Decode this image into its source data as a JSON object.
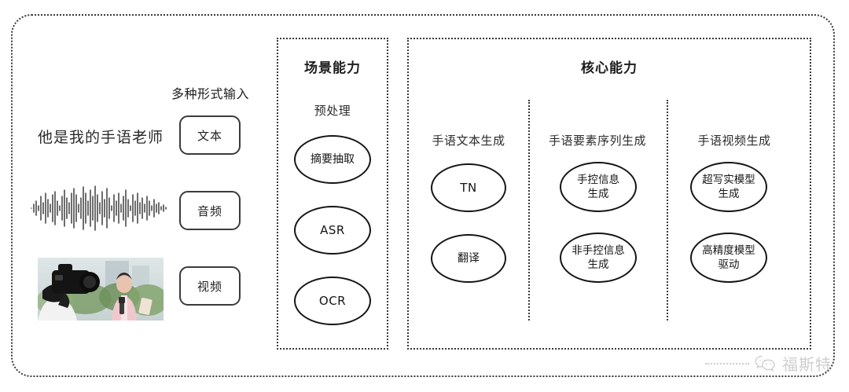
{
  "diagram": {
    "title_hidden": "",
    "colors": {
      "stroke": "#3a3a3a",
      "node_stroke": "#151515",
      "text": "#222222",
      "watermark": "#8d8d8d"
    }
  },
  "input_section": {
    "heading": "多种形式输入",
    "sample_sentence": "他是我的手语老师",
    "modalities": [
      {
        "label": "文本",
        "icon": "text-icon"
      },
      {
        "label": "音频",
        "icon": "audio-waveform-icon"
      },
      {
        "label": "视频",
        "icon": "video-thumbnail-icon"
      }
    ]
  },
  "scene_panel": {
    "title": "场景能力",
    "group_label": "预处理",
    "nodes": [
      {
        "label": "摘要抽取"
      },
      {
        "label": "ASR"
      },
      {
        "label": "OCR"
      }
    ]
  },
  "core_panel": {
    "title": "核心能力",
    "columns": [
      {
        "label": "手语文本生成",
        "nodes": [
          {
            "label": "TN"
          },
          {
            "label": "翻译"
          }
        ]
      },
      {
        "label": "手语要素序列生成",
        "nodes": [
          {
            "label": "手控信息\n生成"
          },
          {
            "label": "非手控信息\n生成"
          }
        ]
      },
      {
        "label": "手语视频生成",
        "nodes": [
          {
            "label": "超写实模型\n生成"
          },
          {
            "label": "高精度模型\n驱动"
          }
        ]
      }
    ]
  },
  "watermark": {
    "text": "福斯特",
    "icon": "wechat-icon"
  }
}
